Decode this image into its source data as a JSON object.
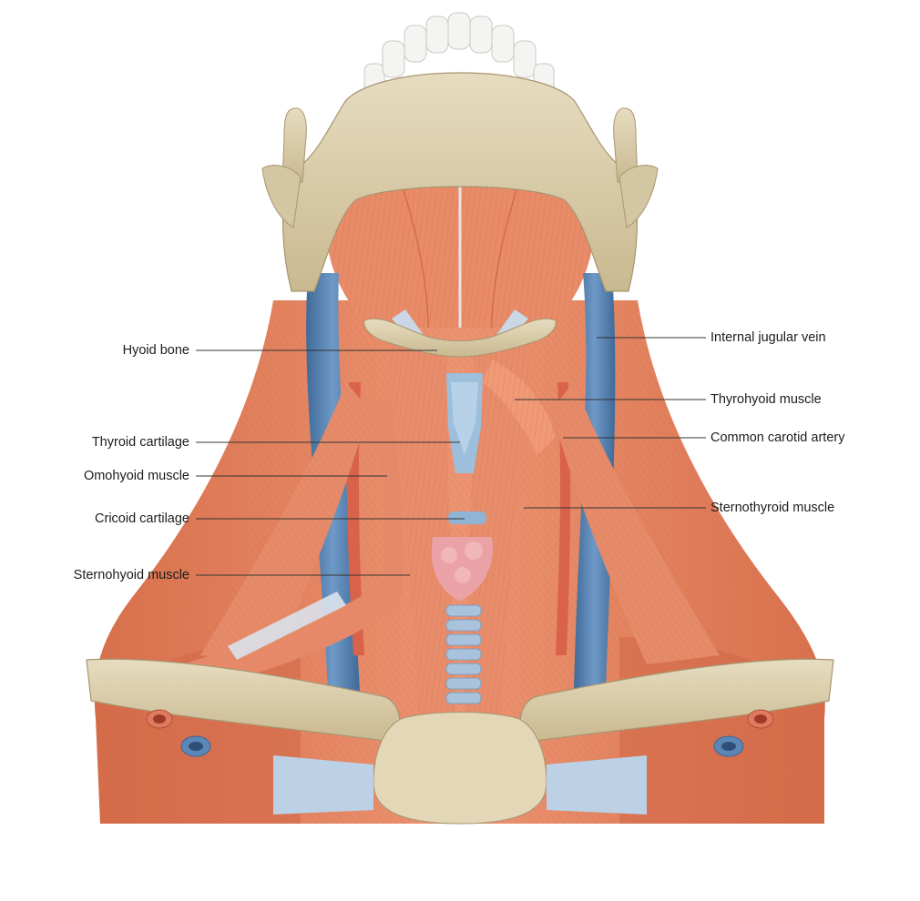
{
  "labels": {
    "hyoid_bone": "Hyoid bone",
    "thyroid_cartilage": "Thyroid cartilage",
    "omohyoid_muscle": "Omohyoid muscle",
    "cricoid_cartilage": "Cricoid cartilage",
    "sternohyoid_muscle": "Sternohyoid muscle",
    "internal_jugular_vein": "Internal jugular vein",
    "thyrohyoid_muscle": "Thyrohyoid muscle",
    "common_carotid_artery": "Common carotid artery",
    "sternothyroid_muscle": "Sternothyroid muscle"
  },
  "colors": {
    "bone": "#dccfae",
    "bone_shadow": "#b9a880",
    "muscle": "#e4825f",
    "muscle_dark": "#c9623f",
    "muscle_light": "#f0a07f",
    "vein": "#5b87b7",
    "vein_dark": "#3d6694",
    "cartilage": "#9dbfdc",
    "tendon": "#c9d7e6",
    "gland": "#eaa2a6",
    "leader": "#333333"
  }
}
